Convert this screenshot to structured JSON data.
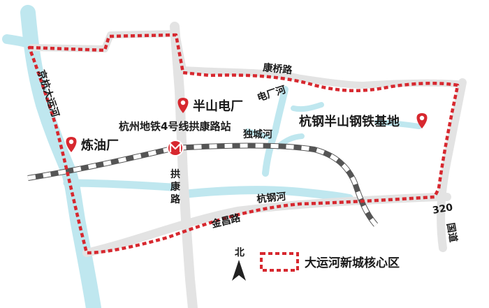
{
  "map": {
    "roads": {
      "kangqiao": "康桥路",
      "gongkang": "拱康路",
      "jinchang": "金昌路",
      "national320": "320国道"
    },
    "rivers": {
      "grand_canal": "京杭大运河",
      "dianchang": "电厂河",
      "ducheng": "独城河",
      "hanggang": "杭钢河"
    },
    "pois": {
      "power_plant": "半山电厂",
      "refinery": "炼油厂",
      "steel_base": "杭钢半山钢铁基地"
    },
    "metro_station": "杭州地铁4号线拱康路站",
    "north_label": "北",
    "legend": {
      "core_zone": "大运河新城核心区"
    },
    "colors": {
      "river": "#bfe7ef",
      "road": "#e3e3e3",
      "boundary": "#d7282f",
      "marker": "#d7282f",
      "rail_dark": "#555555"
    }
  }
}
